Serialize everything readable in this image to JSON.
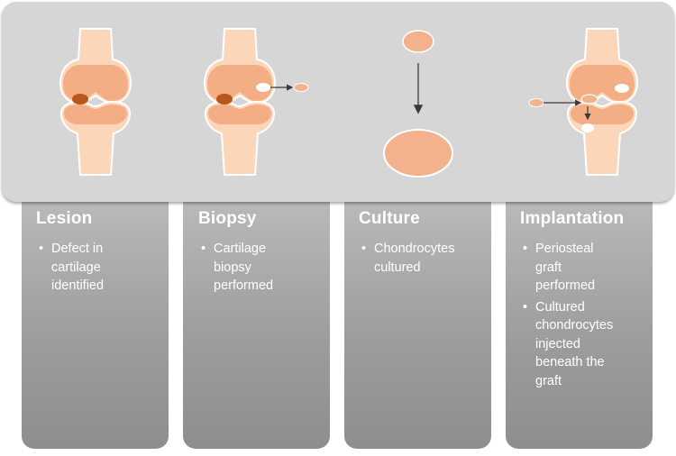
{
  "stages": [
    {
      "id": "lesion",
      "title": "Lesion",
      "lines": [
        "Defect in",
        "cartilage",
        "identified"
      ]
    },
    {
      "id": "biopsy",
      "title": "Biopsy",
      "lines": [
        "Cartilage",
        "biopsy",
        "performed"
      ]
    },
    {
      "id": "culture",
      "title": "Culture",
      "lines": [
        "Chondrocytes",
        "cultured"
      ]
    },
    {
      "id": "implantation",
      "title": "Implantation",
      "lines": [
        "Periosteal",
        "graft",
        "performed"
      ],
      "lines2": [
        "Cultured",
        "chondrocytes",
        "injected",
        "beneath the",
        "graft"
      ]
    }
  ],
  "colors": {
    "bone_fill": "#fcd6b8",
    "bone_stroke": "#ffffff",
    "cartilage": "#f3ae86",
    "lesion": "#b8561c",
    "graft_fill": "#f3b28c",
    "arrow": "#3a3a3a"
  }
}
